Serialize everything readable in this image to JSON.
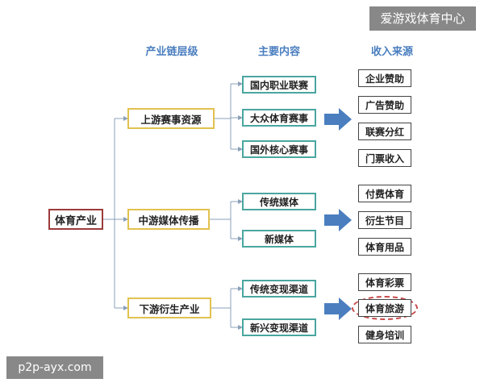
{
  "watermarks": {
    "top_right": "爱游戏体育中心",
    "bottom_left": "p2p-ayx.com"
  },
  "headers": {
    "chain": "产业链层级",
    "content": "主要内容",
    "revenue": "收入来源"
  },
  "root": "体育产业",
  "level1": [
    "上游赛事资源",
    "中游媒体传播",
    "下游衍生产业"
  ],
  "level2": [
    "国内职业联赛",
    "大众体育赛事",
    "国外核心赛事",
    "传统媒体",
    "新媒体",
    "传统变现渠道",
    "新兴变现渠道"
  ],
  "revenue": [
    "企业赞助",
    "广告赞助",
    "联赛分红",
    "门票收入",
    "付费体育",
    "衍生节目",
    "体育用品",
    "体育彩票",
    "体育旅游",
    "健身培训"
  ],
  "colors": {
    "header_text": "#4a7ebf",
    "root_border": "#9c3b3b",
    "level1_border": "#e2c14e",
    "level2_border": "#4aa6a0",
    "revenue_border": "#444444",
    "arrow": "#4a7ebf",
    "highlight": "#c84848"
  }
}
